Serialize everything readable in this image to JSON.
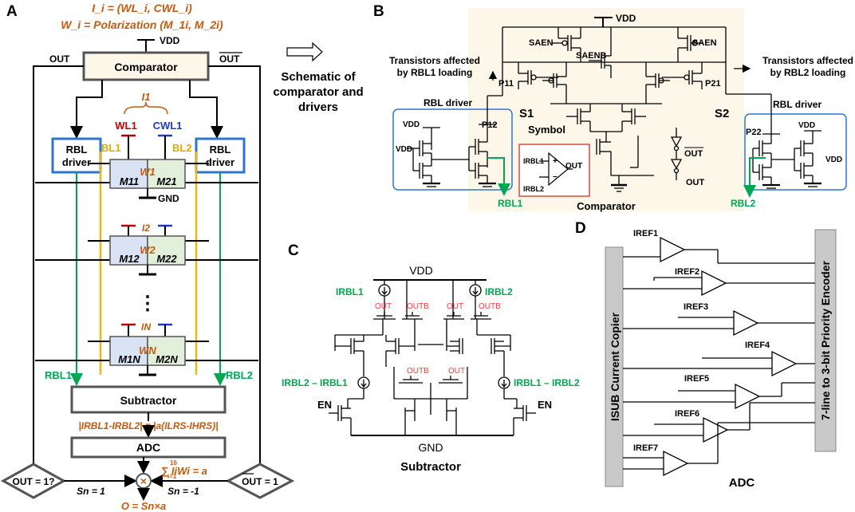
{
  "panel_labels": {
    "a": "A",
    "b": "B",
    "c": "C",
    "d": "D"
  },
  "panel_a": {
    "eq1": "I_i = (WL_i, CWL_i)",
    "eq2": "W_i = Polarization (M_1i, M_2i)",
    "vdd": "VDD",
    "comparator": "Comparator",
    "out_left": "OUT",
    "out_right": "OUT",
    "rbl_driver_left": [
      "RBL",
      "driver"
    ],
    "rbl_driver_right": [
      "RBL",
      "driver"
    ],
    "i1": "I1",
    "wl1": "WL1",
    "cwl1": "CWL1",
    "bl1": "BL1",
    "bl2": "BL2",
    "cells": [
      {
        "m1": "M11",
        "w": "W1",
        "m2": "M21"
      },
      {
        "m1": "M12",
        "w": "W2",
        "m2": "M22"
      },
      {
        "m1": "M1N",
        "w": "WN",
        "m2": "M2N"
      }
    ],
    "i2": "I2",
    "in": "IN",
    "gnd": "GND",
    "dots": "⋮",
    "rbl1": "RBL1",
    "rbl2": "RBL2",
    "subtractor": "Subtractor",
    "diff_eq": "|IRBL1-IRBL2| = |a(ILRS-IHRS)|",
    "adc": "ADC",
    "cond_left": "OUT = 1?",
    "cond_right": "OUT = 1",
    "sn_left": "Sn = 1",
    "sn_right": "Sn = -1",
    "sum_eq": "∑ IiWi = a",
    "sum_limits": {
      "upper": "16",
      "lower": "i=1"
    },
    "result": "O = Sn×a"
  },
  "arrow_caption": [
    "Schematic of",
    "comparator and",
    "drivers"
  ],
  "panel_b": {
    "vdd": "VDD",
    "sa_en_left": "SAEN",
    "sa_enb": "SAENB",
    "sa_en_right": "SAEN",
    "affected_left": [
      "Transistors affected",
      "by RBL1 loading"
    ],
    "affected_right": [
      "Transistors affected",
      "by RBL2 loading"
    ],
    "p11": "P11",
    "p21": "P21",
    "p12": "P12",
    "p22": "P22",
    "s1": "S1",
    "s2": "S2",
    "symbol": "Symbol",
    "rbl_driver_left": "RBL driver",
    "rbl_driver_right": "RBL driver",
    "vdd_labels": [
      "VDD",
      "VDD",
      "VDD",
      "VDD"
    ],
    "irbl1": "IRBL1",
    "irbl2": "IRBL2",
    "sym_out": "OUT",
    "out_bar": "OUT",
    "out": "OUT",
    "comparator": "Comparator",
    "rbl1": "RBL1",
    "rbl2": "RBL2"
  },
  "panel_c": {
    "vdd": "VDD",
    "irbl1": "IRBL1",
    "irbl2": "IRBL2",
    "gate_labels": [
      "OUT",
      "OUTB",
      "OUT",
      "OUTB"
    ],
    "inner_labels": [
      "OUTB",
      "OUT"
    ],
    "diff_left": "IRBL2 – IRBL1",
    "diff_right": "IRBL1 – IRBL2",
    "en_left": "EN",
    "en_right": "EN",
    "gnd": "GND",
    "caption": "Subtractor"
  },
  "panel_d": {
    "irefs": [
      "IREF1",
      "IREF2",
      "IREF3",
      "IREF4",
      "IREF5",
      "IREF6",
      "IREF7"
    ],
    "copier": "ISUB Current Copier",
    "encoder": "7-line to 3-bit Priority Encoder",
    "caption": "ADC"
  },
  "colors": {
    "orange": "#c55a11",
    "green": "#00a651",
    "red": "#c00000",
    "blue": "#1f3cc9",
    "gold": "#f2b705",
    "box_blue": "#2e75d1"
  }
}
